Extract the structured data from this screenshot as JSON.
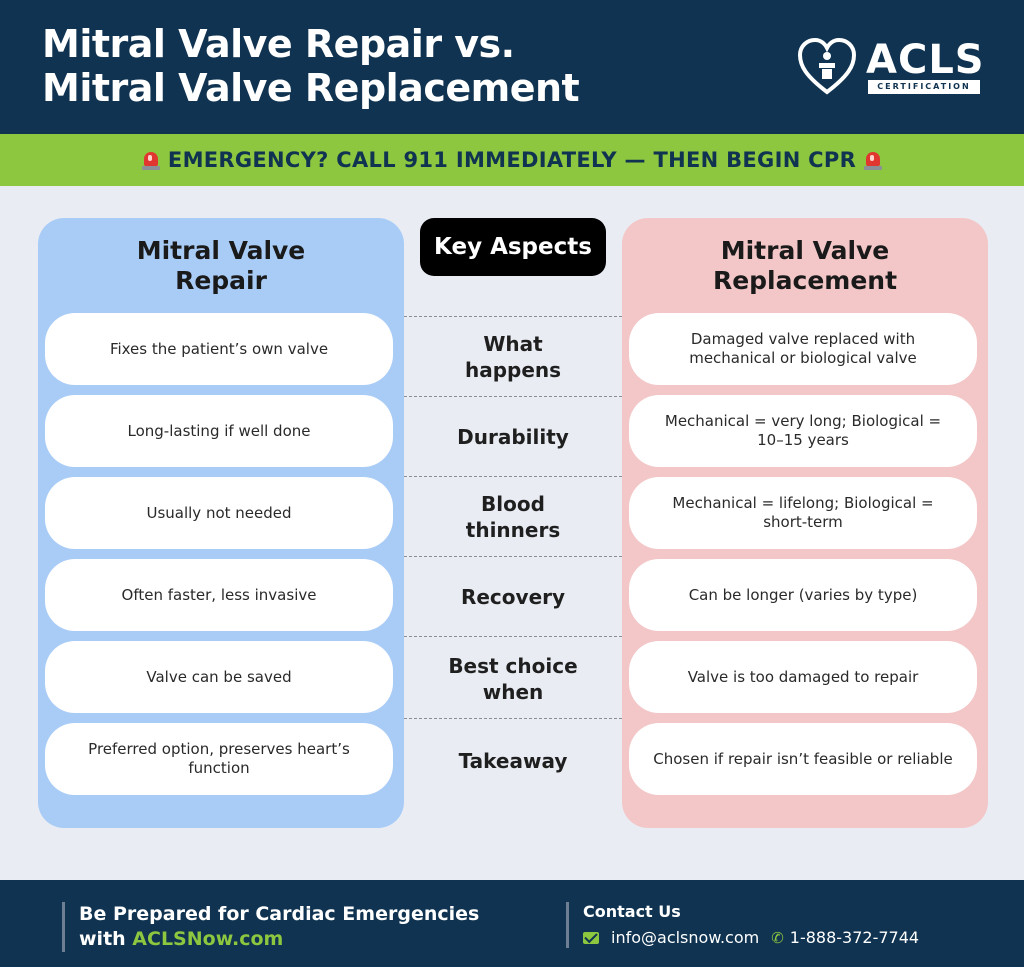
{
  "header": {
    "title_line1": "Mitral Valve Repair  vs.",
    "title_line2": "Mitral Valve Replacement",
    "logo_brand": "ACLS",
    "logo_sub": "CERTIFICATION"
  },
  "banner": {
    "text": "EMERGENCY? CALL 911 IMMEDIATELY — THEN BEGIN CPR",
    "icon": "siren-icon",
    "color": "#8dc63f"
  },
  "comparison": {
    "left_heading": "Mitral Valve Repair",
    "right_heading": "Mitral Valve Replacement",
    "center_heading": "Key Aspects",
    "rows": [
      {
        "aspect": "What happens",
        "repair": "Fixes the patient’s own valve",
        "replacement": "Damaged valve replaced with mechanical or biological valve"
      },
      {
        "aspect": "Durability",
        "repair": "Long-lasting if well done",
        "replacement": "Mechanical = very long; Biological = 10–15 years"
      },
      {
        "aspect": "Blood thinners",
        "repair": "Usually not needed",
        "replacement": "Mechanical = lifelong; Biological = short-term"
      },
      {
        "aspect": "Recovery",
        "repair": "Often faster, less invasive",
        "replacement": "Can be longer (varies by type)"
      },
      {
        "aspect": "Best choice when",
        "repair": "Valve can be saved",
        "replacement": "Valve is too damaged to repair"
      },
      {
        "aspect": "Takeaway",
        "repair": "Preferred option, preserves heart’s function",
        "replacement": "Chosen if repair isn’t feasible or reliable"
      }
    ],
    "colors": {
      "repair": "#a9ccf7",
      "replacement": "#f3c7c8"
    }
  },
  "footer": {
    "cta_line1": "Be Prepared for Cardiac Emergencies",
    "cta_prefix": "with ",
    "cta_link": "ACLSNow.com",
    "contact_title": "Contact Us",
    "email": "info@aclsnow.com",
    "phone": "1-888-372-7744"
  },
  "brand_colors": {
    "navy": "#0f3350",
    "green": "#8dc63f"
  }
}
